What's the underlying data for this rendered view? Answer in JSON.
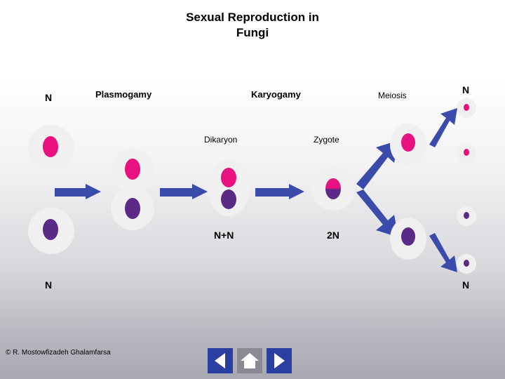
{
  "slide": {
    "title_line1": "Sexual Reproduction in",
    "title_line2": "Fungi",
    "credit": "© R. Mostowfizadeh Ghalamfarsa"
  },
  "diagram": {
    "type": "life-cycle-flow",
    "stages": [
      {
        "name": "plasmogamy-label",
        "label": "Plasmogamy"
      },
      {
        "name": "karyogamy-label",
        "label": "Karyogamy"
      },
      {
        "name": "meiosis-label",
        "label": "Meiosis"
      }
    ],
    "sublabels": [
      {
        "name": "dikaryon-label",
        "label": "Dikaryon"
      },
      {
        "name": "zygote-label",
        "label": "Zygote"
      }
    ],
    "ploidy": [
      {
        "name": "ploidy-dikaryon",
        "label": "N+N"
      },
      {
        "name": "ploidy-zygote",
        "label": "2N"
      }
    ],
    "n_labels": [
      {
        "name": "n-label-top-left",
        "label": "N"
      },
      {
        "name": "n-label-bottom-left",
        "label": "N"
      },
      {
        "name": "n-label-top-right",
        "label": "N"
      },
      {
        "name": "n-label-bottom-right",
        "label": "N"
      }
    ],
    "colors": {
      "nucleus_pink": "#e8117f",
      "nucleus_purple": "#5b2a86",
      "arrow_blue": "#3b4bab",
      "cell_fill": "#f0f0f0",
      "text": "#000000"
    }
  },
  "nav": {
    "back_label": "◀",
    "home_label": "⌂",
    "forward_label": "▶"
  }
}
